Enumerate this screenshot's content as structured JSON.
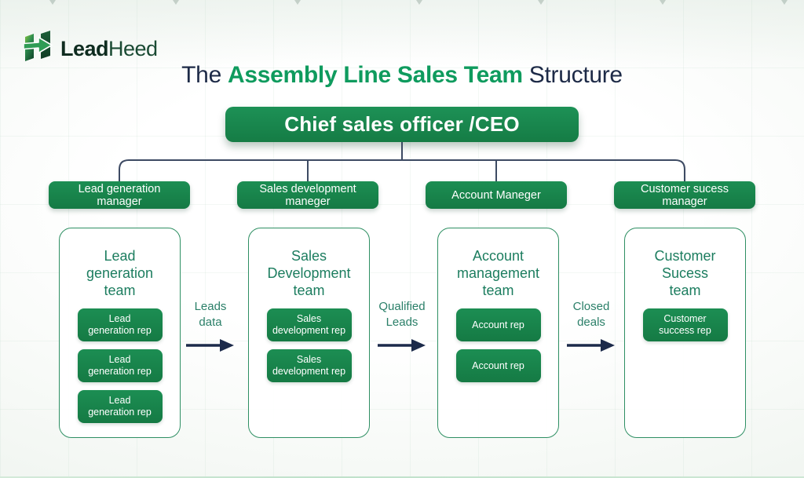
{
  "logo": {
    "brand_bold": "Lead",
    "brand_light": "Heed"
  },
  "title": {
    "prefix": "The ",
    "highlight": "Assembly Line Sales Team",
    "suffix": " Structure"
  },
  "ceo": {
    "label": "Chief sales officer /CEO"
  },
  "managers": [
    {
      "label": "Lead generation\nmanager"
    },
    {
      "label": "Sales development\nmaneger"
    },
    {
      "label": "Account Maneger"
    },
    {
      "label": "Customer sucess\nmanager"
    }
  ],
  "teams": [
    {
      "title": "Lead\ngeneration\nteam",
      "reps": [
        "Lead\ngeneration rep",
        "Lead\ngeneration rep",
        "Lead\ngeneration rep"
      ]
    },
    {
      "title": "Sales\nDevelopment\nteam",
      "reps": [
        "Sales\ndevelopment rep",
        "Sales\ndevelopment rep"
      ]
    },
    {
      "title": "Account\nmanagement\nteam",
      "reps": [
        "Account rep",
        "Account rep"
      ]
    },
    {
      "title": "Customer\nSucess\nteam",
      "reps": [
        "Customer\nsuccess rep"
      ]
    }
  ],
  "flows": [
    {
      "label": "Leads\ndata"
    },
    {
      "label": "Qualified\nLeads"
    },
    {
      "label": "Closed\ndeals"
    }
  ],
  "colors": {
    "node_green": "#178a4e",
    "title_green": "#0f9b5e",
    "heading_navy": "#1d2a47",
    "teal_text": "#2a7f68",
    "connector_line": "#3d4a63",
    "arrow_navy": "#1b2a4a",
    "panel_border": "#2e8f63"
  }
}
